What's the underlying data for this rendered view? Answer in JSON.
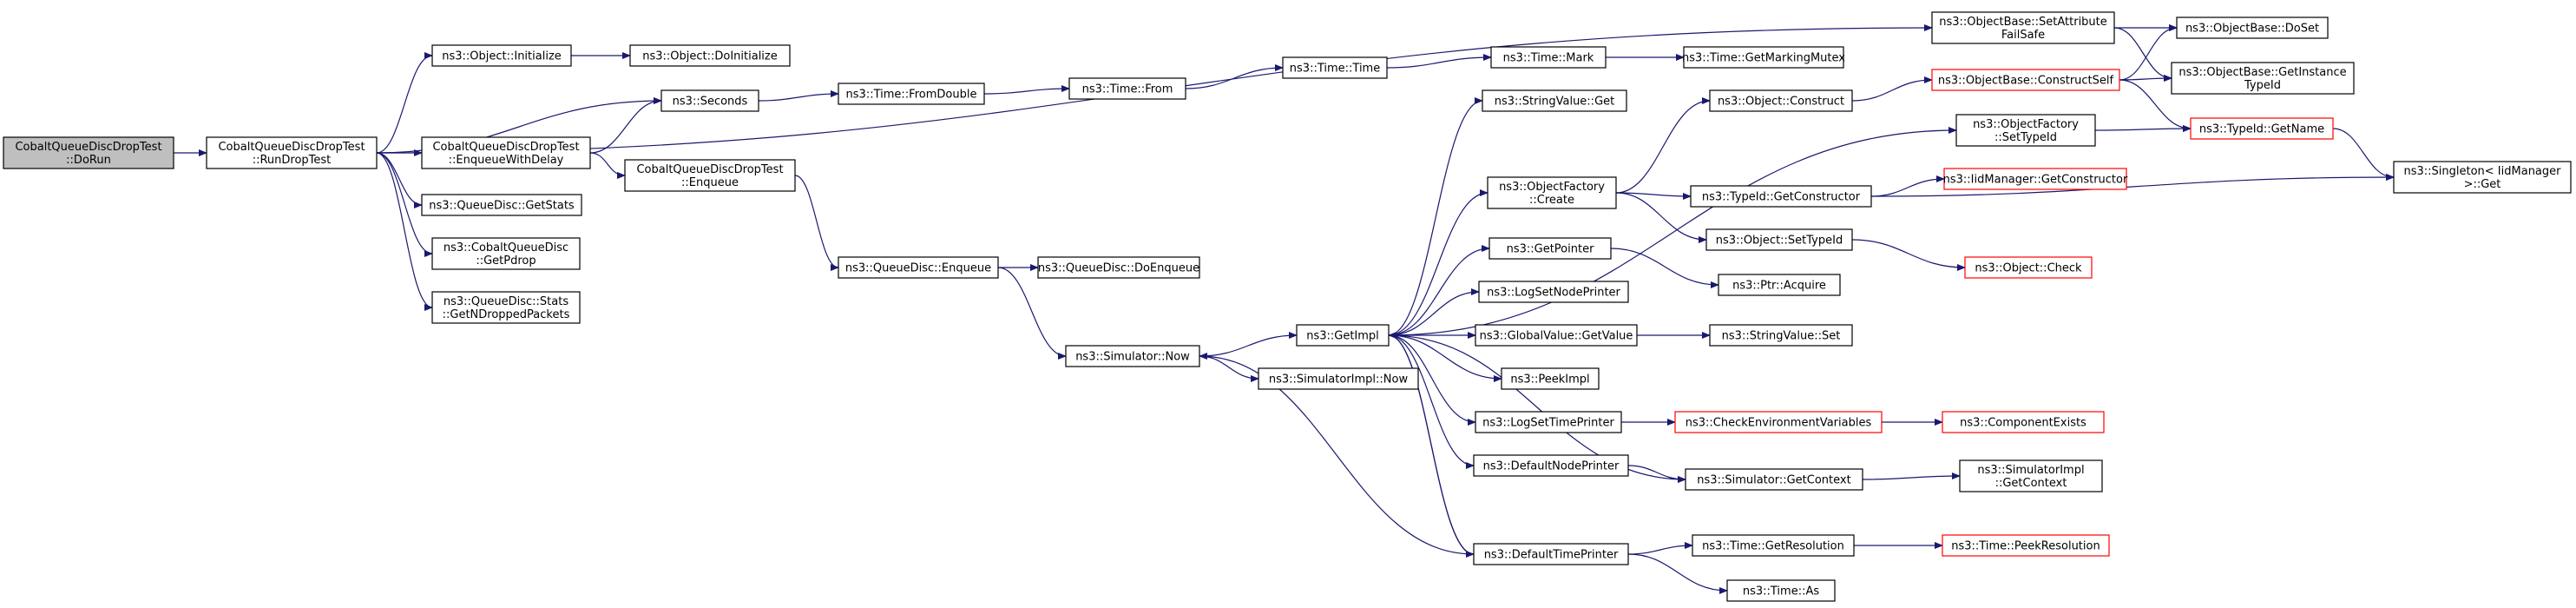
{
  "colors": {
    "edge": "#191970",
    "node_fill_root": "#bfbfbf",
    "node_fill": "#ffffff",
    "node_border": "#000000",
    "node_border_truncated": "#ff0000"
  },
  "nodes": [
    {
      "id": "doRun",
      "lines": [
        "CobaltQueueDiscDropTest",
        "::DoRun"
      ],
      "style": "root"
    },
    {
      "id": "runDropTest",
      "lines": [
        "CobaltQueueDiscDropTest",
        "::RunDropTest"
      ],
      "style": "normal"
    },
    {
      "id": "objInit",
      "lines": [
        "ns3::Object::Initialize"
      ],
      "style": "normal"
    },
    {
      "id": "objDoInit",
      "lines": [
        "ns3::Object::DoInitialize"
      ],
      "style": "normal"
    },
    {
      "id": "enqWithDelay",
      "lines": [
        "CobaltQueueDiscDropTest",
        "::EnqueueWithDelay"
      ],
      "style": "normal"
    },
    {
      "id": "seconds",
      "lines": [
        "ns3::Seconds"
      ],
      "style": "normal"
    },
    {
      "id": "getStats",
      "lines": [
        "ns3::QueueDisc::GetStats"
      ],
      "style": "normal"
    },
    {
      "id": "getPdrop",
      "lines": [
        "ns3::CobaltQueueDisc",
        "::GetPdrop"
      ],
      "style": "normal"
    },
    {
      "id": "getNDropped",
      "lines": [
        "ns3::QueueDisc::Stats",
        "::GetNDroppedPackets"
      ],
      "style": "normal"
    },
    {
      "id": "testEnqueue",
      "lines": [
        "CobaltQueueDiscDropTest",
        "::Enqueue"
      ],
      "style": "normal"
    },
    {
      "id": "fromDouble",
      "lines": [
        "ns3::Time::FromDouble"
      ],
      "style": "normal"
    },
    {
      "id": "timeFrom",
      "lines": [
        "ns3::Time::From"
      ],
      "style": "normal"
    },
    {
      "id": "timeTime",
      "lines": [
        "ns3::Time::Time"
      ],
      "style": "normal"
    },
    {
      "id": "timeMark",
      "lines": [
        "ns3::Time::Mark"
      ],
      "style": "normal"
    },
    {
      "id": "markingMutex",
      "lines": [
        "ns3::Time::GetMarkingMutex"
      ],
      "style": "normal"
    },
    {
      "id": "qdEnqueue",
      "lines": [
        "ns3::QueueDisc::Enqueue"
      ],
      "style": "normal"
    },
    {
      "id": "qdDoEnqueue",
      "lines": [
        "ns3::QueueDisc::DoEnqueue"
      ],
      "style": "normal"
    },
    {
      "id": "simNow",
      "lines": [
        "ns3::Simulator::Now"
      ],
      "style": "normal"
    },
    {
      "id": "simImplNow",
      "lines": [
        "ns3::SimulatorImpl::Now"
      ],
      "style": "normal"
    },
    {
      "id": "getImpl",
      "lines": [
        "ns3::GetImpl"
      ],
      "style": "normal"
    },
    {
      "id": "strValGet",
      "lines": [
        "ns3::StringValue::Get"
      ],
      "style": "normal"
    },
    {
      "id": "ofCreate",
      "lines": [
        "ns3::ObjectFactory",
        "::Create"
      ],
      "style": "normal"
    },
    {
      "id": "getPointer",
      "lines": [
        "ns3::GetPointer"
      ],
      "style": "normal"
    },
    {
      "id": "logSetNode",
      "lines": [
        "ns3::LogSetNodePrinter"
      ],
      "style": "normal"
    },
    {
      "id": "gvGetValue",
      "lines": [
        "ns3::GlobalValue::GetValue"
      ],
      "style": "normal"
    },
    {
      "id": "peekImpl",
      "lines": [
        "ns3::PeekImpl"
      ],
      "style": "normal"
    },
    {
      "id": "logSetTime",
      "lines": [
        "ns3::LogSetTimePrinter"
      ],
      "style": "normal"
    },
    {
      "id": "defNodePrinter",
      "lines": [
        "ns3::DefaultNodePrinter"
      ],
      "style": "normal"
    },
    {
      "id": "defTimePrinter",
      "lines": [
        "ns3::DefaultTimePrinter"
      ],
      "style": "normal"
    },
    {
      "id": "objConstruct",
      "lines": [
        "ns3::Object::Construct"
      ],
      "style": "normal"
    },
    {
      "id": "getConstructor",
      "lines": [
        "ns3::TypeId::GetConstructor"
      ],
      "style": "normal"
    },
    {
      "id": "objSetTypeId",
      "lines": [
        "ns3::Object::SetTypeId"
      ],
      "style": "normal"
    },
    {
      "id": "ptrAcquire",
      "lines": [
        "ns3::Ptr::Acquire"
      ],
      "style": "normal"
    },
    {
      "id": "strValSet",
      "lines": [
        "ns3::StringValue::Set"
      ],
      "style": "normal"
    },
    {
      "id": "checkEnv",
      "lines": [
        "ns3::CheckEnvironmentVariables"
      ],
      "style": "truncated"
    },
    {
      "id": "simGetContext",
      "lines": [
        "ns3::Simulator::GetContext"
      ],
      "style": "normal"
    },
    {
      "id": "timeGetRes",
      "lines": [
        "ns3::Time::GetResolution"
      ],
      "style": "normal"
    },
    {
      "id": "timeAs",
      "lines": [
        "ns3::Time::As"
      ],
      "style": "normal"
    },
    {
      "id": "setAttrFailSafe",
      "lines": [
        "ns3::ObjectBase::SetAttribute",
        "FailSafe"
      ],
      "style": "normal"
    },
    {
      "id": "constructSelf",
      "lines": [
        "ns3::ObjectBase::ConstructSelf"
      ],
      "style": "truncated"
    },
    {
      "id": "ofSetTypeId",
      "lines": [
        "ns3::ObjectFactory",
        "::SetTypeId"
      ],
      "style": "normal"
    },
    {
      "id": "iidGetCtor",
      "lines": [
        "ns3::IidManager::GetConstructor"
      ],
      "style": "truncated"
    },
    {
      "id": "objCheck",
      "lines": [
        "ns3::Object::Check"
      ],
      "style": "truncated"
    },
    {
      "id": "componentExists",
      "lines": [
        "ns3::ComponentExists"
      ],
      "style": "truncated"
    },
    {
      "id": "simImplGetCtx",
      "lines": [
        "ns3::SimulatorImpl",
        "::GetContext"
      ],
      "style": "normal"
    },
    {
      "id": "peekResolution",
      "lines": [
        "ns3::Time::PeekResolution"
      ],
      "style": "truncated"
    },
    {
      "id": "obDoSet",
      "lines": [
        "ns3::ObjectBase::DoSet"
      ],
      "style": "normal"
    },
    {
      "id": "obGetInstTid",
      "lines": [
        "ns3::ObjectBase::GetInstance",
        "TypeId"
      ],
      "style": "normal"
    },
    {
      "id": "tidGetName",
      "lines": [
        "ns3::TypeId::GetName"
      ],
      "style": "truncated"
    },
    {
      "id": "singletonGet",
      "lines": [
        "ns3::Singleton< IidManager",
        " >::Get"
      ],
      "style": "normal"
    }
  ],
  "edges": [
    [
      "doRun",
      "runDropTest"
    ],
    [
      "runDropTest",
      "setAttrFailSafe"
    ],
    [
      "runDropTest",
      "objInit"
    ],
    [
      "runDropTest",
      "seconds"
    ],
    [
      "runDropTest",
      "enqWithDelay"
    ],
    [
      "runDropTest",
      "getStats"
    ],
    [
      "runDropTest",
      "getPdrop"
    ],
    [
      "runDropTest",
      "getNDropped"
    ],
    [
      "objInit",
      "objDoInit"
    ],
    [
      "enqWithDelay",
      "seconds"
    ],
    [
      "enqWithDelay",
      "testEnqueue"
    ],
    [
      "seconds",
      "fromDouble"
    ],
    [
      "fromDouble",
      "timeFrom"
    ],
    [
      "timeFrom",
      "timeTime"
    ],
    [
      "timeTime",
      "timeMark"
    ],
    [
      "timeMark",
      "markingMutex"
    ],
    [
      "testEnqueue",
      "qdEnqueue"
    ],
    [
      "qdEnqueue",
      "qdDoEnqueue"
    ],
    [
      "qdEnqueue",
      "simNow"
    ],
    [
      "simNow",
      "getImpl"
    ],
    [
      "simNow",
      "simImplNow"
    ],
    [
      "getImpl",
      "strValGet"
    ],
    [
      "getImpl",
      "ofCreate"
    ],
    [
      "getImpl",
      "ofSetTypeId"
    ],
    [
      "getImpl",
      "getPointer"
    ],
    [
      "getImpl",
      "logSetNode"
    ],
    [
      "getImpl",
      "gvGetValue"
    ],
    [
      "getImpl",
      "peekImpl"
    ],
    [
      "getImpl",
      "logSetTime"
    ],
    [
      "getImpl",
      "defNodePrinter"
    ],
    [
      "getImpl",
      "defTimePrinter"
    ],
    [
      "getImpl",
      "simGetContext"
    ],
    [
      "defTimePrinter",
      "simNow"
    ],
    [
      "defTimePrinter",
      "getImpl"
    ],
    [
      "defTimePrinter",
      "timeGetRes"
    ],
    [
      "defTimePrinter",
      "timeAs"
    ],
    [
      "ofCreate",
      "objConstruct"
    ],
    [
      "ofCreate",
      "getConstructor"
    ],
    [
      "ofCreate",
      "objSetTypeId"
    ],
    [
      "getPointer",
      "ptrAcquire"
    ],
    [
      "gvGetValue",
      "strValSet"
    ],
    [
      "logSetTime",
      "checkEnv"
    ],
    [
      "defNodePrinter",
      "simGetContext"
    ],
    [
      "objConstruct",
      "constructSelf"
    ],
    [
      "getConstructor",
      "iidGetCtor"
    ],
    [
      "getConstructor",
      "singletonGet"
    ],
    [
      "objSetTypeId",
      "objCheck"
    ],
    [
      "checkEnv",
      "componentExists"
    ],
    [
      "simGetContext",
      "simImplGetCtx"
    ],
    [
      "timeGetRes",
      "peekResolution"
    ],
    [
      "setAttrFailSafe",
      "obDoSet"
    ],
    [
      "setAttrFailSafe",
      "obGetInstTid"
    ],
    [
      "constructSelf",
      "obDoSet"
    ],
    [
      "constructSelf",
      "obGetInstTid"
    ],
    [
      "constructSelf",
      "tidGetName"
    ],
    [
      "ofSetTypeId",
      "tidGetName"
    ],
    [
      "tidGetName",
      "singletonGet"
    ]
  ]
}
